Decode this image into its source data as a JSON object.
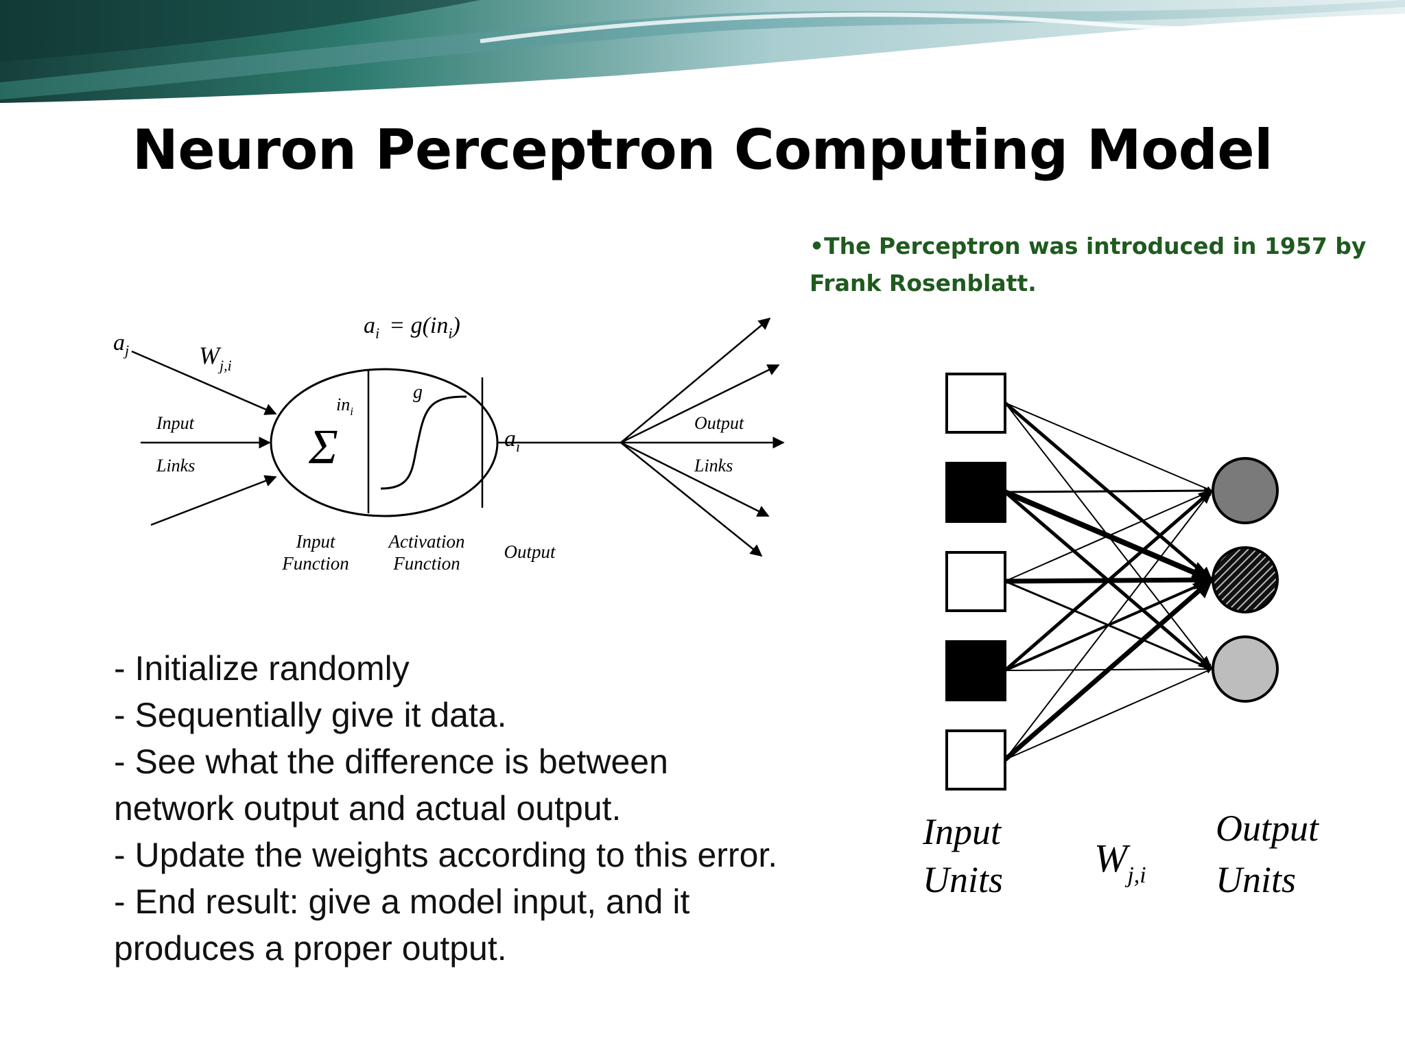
{
  "slide": {
    "title": "Neuron Perceptron Computing Model",
    "intro_lines": [
      "•The Perceptron was introduced in 1957 by",
      "Frank Rosenblatt."
    ],
    "steps": [
      "- Initialize randomly",
      "- Sequentially give it data.",
      "- See what the difference is between",
      "network output and actual output.",
      "- Update the weights according to this error.",
      "- End result: give a model input, and it",
      "produces a proper output."
    ]
  },
  "neuron_diagram": {
    "formula": "a",
    "formula_sub": "i",
    "formula_rest": "= g(in",
    "formula_rest_sub": "i",
    "formula_close": ")",
    "input_activation": "a",
    "input_activation_sub": "j",
    "weight": "W",
    "weight_sub": "j,i",
    "input_links_1": "Input",
    "input_links_2": "Links",
    "sum_symbol": "Σ",
    "in_label": "in",
    "in_sub": "i",
    "g_label": "g",
    "output_activation": "a",
    "output_activation_sub": "i",
    "output_links_1": "Output",
    "output_links_2": "Links",
    "input_function_1": "Input",
    "input_function_2": "Function",
    "activation_function_1": "Activation",
    "activation_function_2": "Function",
    "output_label": "Output"
  },
  "network_diagram": {
    "input_units_1": "Input",
    "input_units_2": "Units",
    "weight": "W",
    "weight_sub": "j,i",
    "output_units_1": "Output",
    "output_units_2": "Units"
  },
  "colors": {
    "title": "#000000",
    "intro": "#1f5a1f",
    "banner_dark": "#1c5a55",
    "banner_light": "#8fbcc0"
  }
}
